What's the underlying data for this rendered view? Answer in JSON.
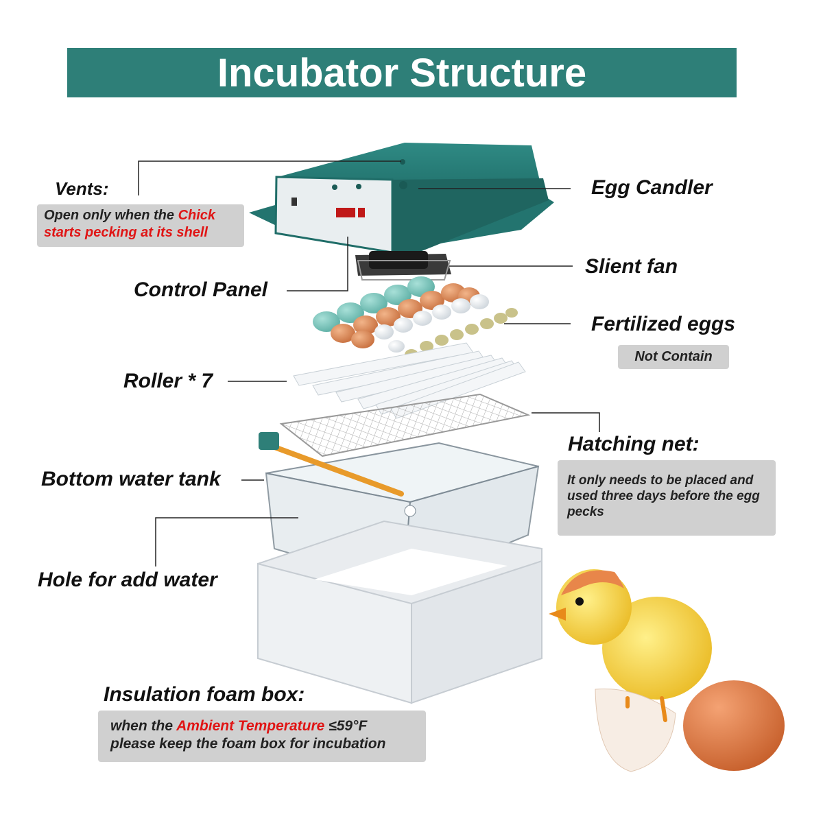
{
  "title": "Incubator Structure",
  "labels": {
    "vents": "Vents:",
    "egg_candler": "Egg Candler",
    "silent_fan": "Slient fan",
    "control_panel": "Control Panel",
    "fertilized_eggs": "Fertilized eggs",
    "roller": "Roller * 7",
    "hatching_net": "Hatching net:",
    "bottom_water_tank": "Bottom water tank",
    "hole_for_water": "Hole for add water",
    "insulation": "Insulation foam box:"
  },
  "notes": {
    "vents_pre": "Open only when the ",
    "vents_red": "Chick",
    "vents_red2": "starts pecking at its shell",
    "not_contain": "Not Contain",
    "hatching": "It only needs to be placed and used three days before the egg pecks",
    "insul_pre": "when the ",
    "insul_red": "Ambient Temperature",
    "insul_post": " ≤59°F",
    "insul_line2": "please keep the foam box for incubation"
  },
  "colors": {
    "teal": "#2e7f78",
    "note_bg": "#d0d0d0",
    "highlight_red": "#e01515"
  }
}
